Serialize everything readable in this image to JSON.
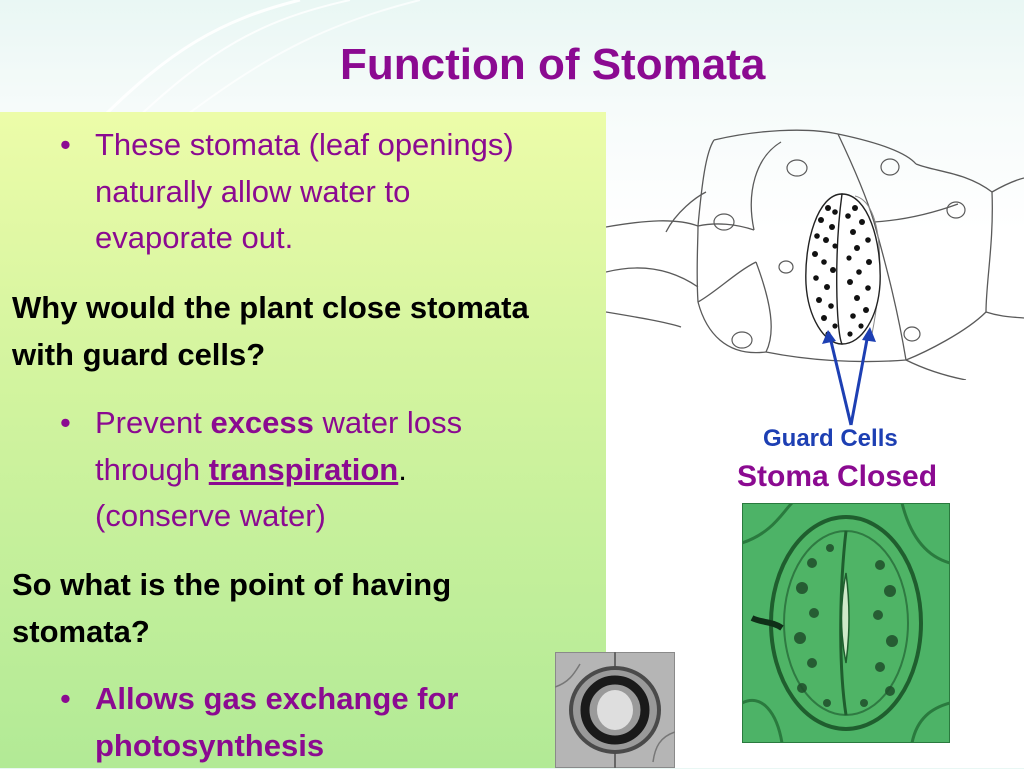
{
  "slide": {
    "title": "Function of Stomata",
    "bullet_1": "These stomata (leaf openings) naturally allow water to evaporate out.",
    "question_1": "Why would the plant close stomata with guard cells?",
    "bullet_2": {
      "part1": "Prevent ",
      "part2": "excess",
      "part3": " water loss through ",
      "part4": "transpiration",
      "part5": ".",
      "part6": "(conserve water)"
    },
    "question_2": "So what is the point of having stomata?",
    "bullet_3": "Allows gas exchange for photosynthesis"
  },
  "figure": {
    "guard_cells_label": "Guard Cells",
    "stoma_closed_label": "Stoma Closed"
  },
  "colors": {
    "title": "#8b0a91",
    "bullet_text": "#8b0a91",
    "question_text": "#000000",
    "guard_cells_label": "#1d3fb3",
    "arrow": "#1d3fb3",
    "panel_top": "#ecfca9",
    "panel_bottom": "#b2ea96"
  },
  "bullet_marker": "•"
}
